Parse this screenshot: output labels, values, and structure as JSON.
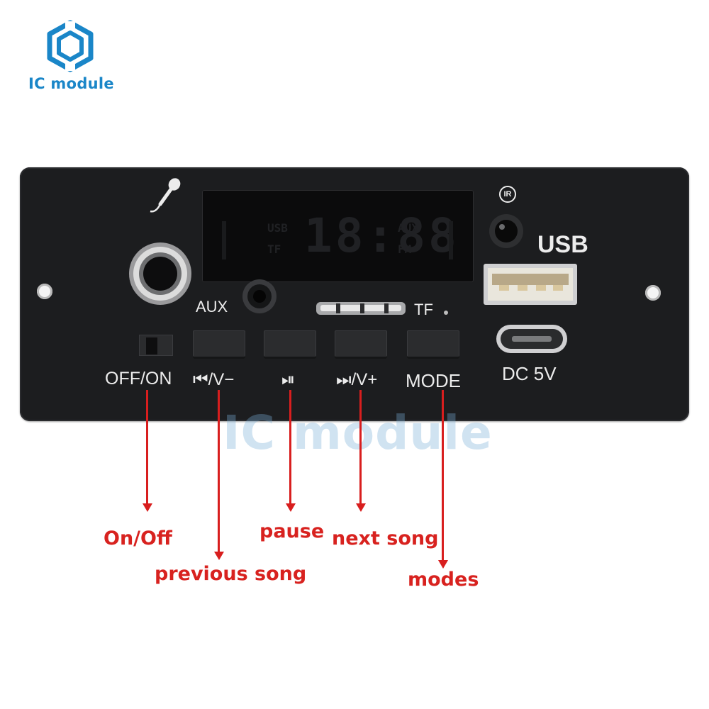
{
  "brand": {
    "logo_text": "IC module",
    "color": "#1a86c8"
  },
  "watermark": "IC module",
  "board": {
    "ir_label": "IR",
    "usb_label": "USB",
    "dc_label": "DC 5V",
    "aux_label": "AUX",
    "tf_label": "TF",
    "switch_label": "OFF/ON",
    "buttons": [
      {
        "label": "⏮/V−"
      },
      {
        "label": "⏯"
      },
      {
        "label": "⏭/V+"
      },
      {
        "label": "MODE"
      }
    ],
    "display": {
      "usb": "USB",
      "tf": "TF",
      "aux": "AUX",
      "fm": "FM",
      "digits": "18:88"
    }
  },
  "annotations": {
    "on_off": "On/Off",
    "previous_song": "previous song",
    "pause": "pause",
    "next_song": "next song",
    "modes": "modes",
    "color": "#d8221f"
  }
}
